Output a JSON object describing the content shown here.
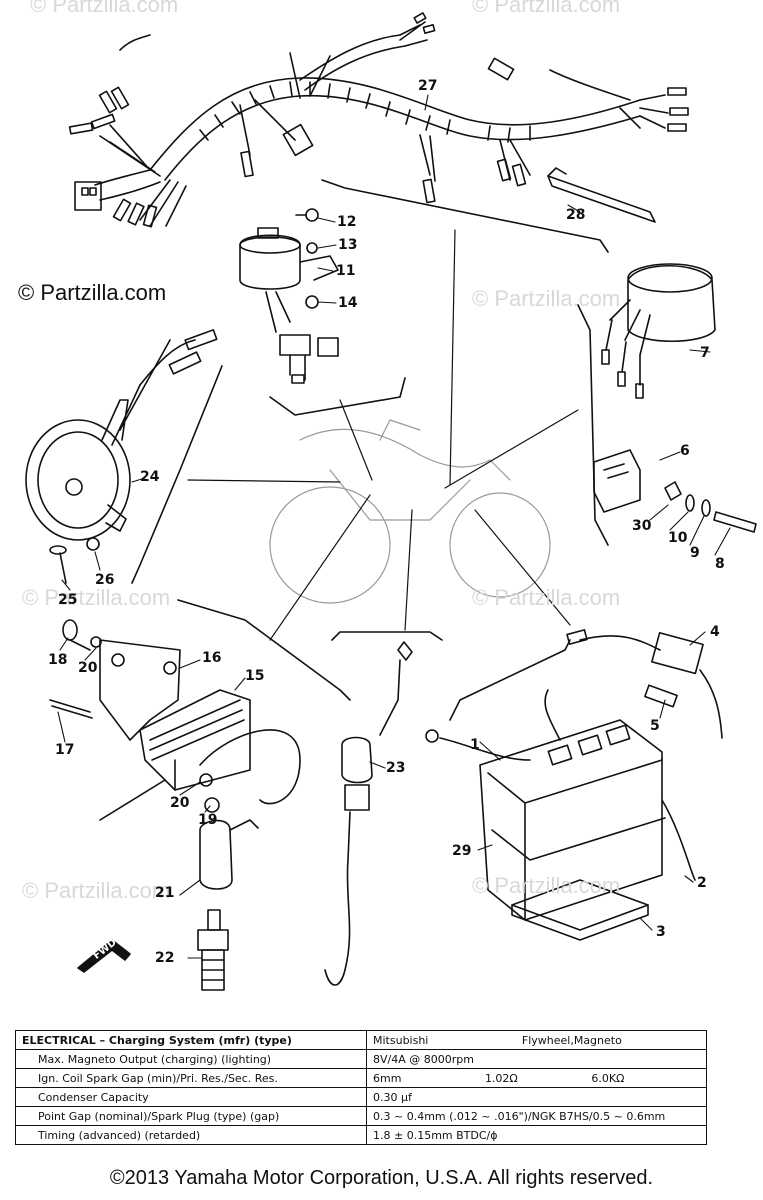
{
  "watermark_text": "© Partzilla.com",
  "brand": "© Partzilla.com",
  "fwd_label": "FWD",
  "part_numbers": {
    "p1": "1",
    "p2": "2",
    "p3": "3",
    "p4": "4",
    "p5": "5",
    "p6": "6",
    "p7": "7",
    "p8": "8",
    "p9": "9",
    "p10": "10",
    "p11": "11",
    "p12": "12",
    "p13": "13",
    "p14": "14",
    "p15": "15",
    "p16": "16",
    "p17": "17",
    "p18": "18",
    "p19": "19",
    "p20a": "20",
    "p20b": "20",
    "p21": "21",
    "p22": "22",
    "p23": "23",
    "p24": "24",
    "p25": "25",
    "p26": "26",
    "p27": "27",
    "p28": "28",
    "p29": "29",
    "p30": "30"
  },
  "spec_table": {
    "rows": [
      {
        "label": "ELECTRICAL – Charging System (mfr) (type)",
        "v1": "Mitsubishi",
        "v2": "Flywheel,Magneto",
        "v3": ""
      },
      {
        "label": "Max. Magneto Output (charging) (lighting)",
        "v1": "8V/4A @ 8000rpm",
        "v2": "",
        "v3": ""
      },
      {
        "label": "Ign. Coil Spark Gap (min)/Pri. Res./Sec. Res.",
        "v1": "6mm",
        "v2": "1.02Ω",
        "v3": "6.0KΩ"
      },
      {
        "label": "Condenser Capacity",
        "v1": "0.30 μf",
        "v2": "",
        "v3": ""
      },
      {
        "label": "Point Gap (nominal)/Spark Plug (type) (gap)",
        "v1": "0.3 ~ 0.4mm (.012 ~ .016\")/NGK B7HS/0.5 ~ 0.6mm",
        "v2": "",
        "v3": ""
      },
      {
        "label": "Timing (advanced) (retarded)",
        "v1": "1.8 ± 0.15mm BTDC/ϕ",
        "v2": "",
        "v3": ""
      }
    ]
  },
  "copyright": "©2013 Yamaha Motor Corporation, U.S.A. All rights reserved."
}
